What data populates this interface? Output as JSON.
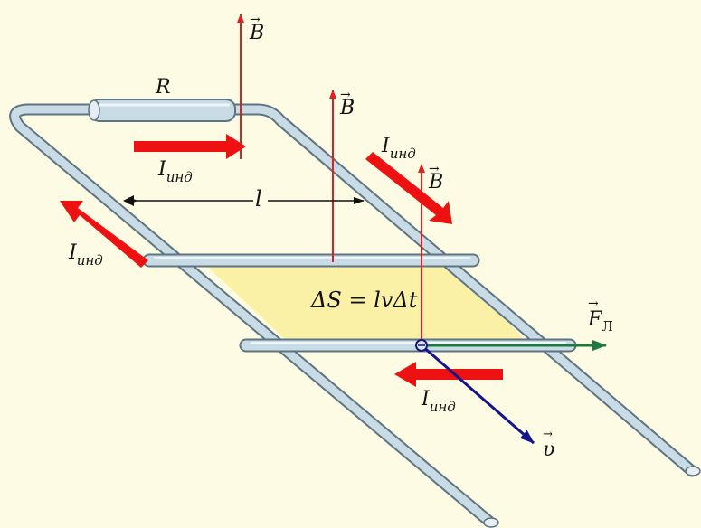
{
  "labels": {
    "resistor": "R",
    "field_symbol": "B",
    "length": "l",
    "current_symbol": "I",
    "current_sub": "инд",
    "area_formula": "ΔS = lvΔt",
    "force_symbol": "F",
    "force_sub": "Л",
    "velocity": "υ"
  },
  "colors": {
    "background": "#fdfbe3",
    "rail": "#c9dbe4",
    "rail_edge": "#5d7482",
    "field_line": "#e02020",
    "current_arrow": "#ee1111",
    "area_fill": "#fbf1a6",
    "force_arrow": "#1e7a3c",
    "velocity_arrow": "#14148c"
  }
}
